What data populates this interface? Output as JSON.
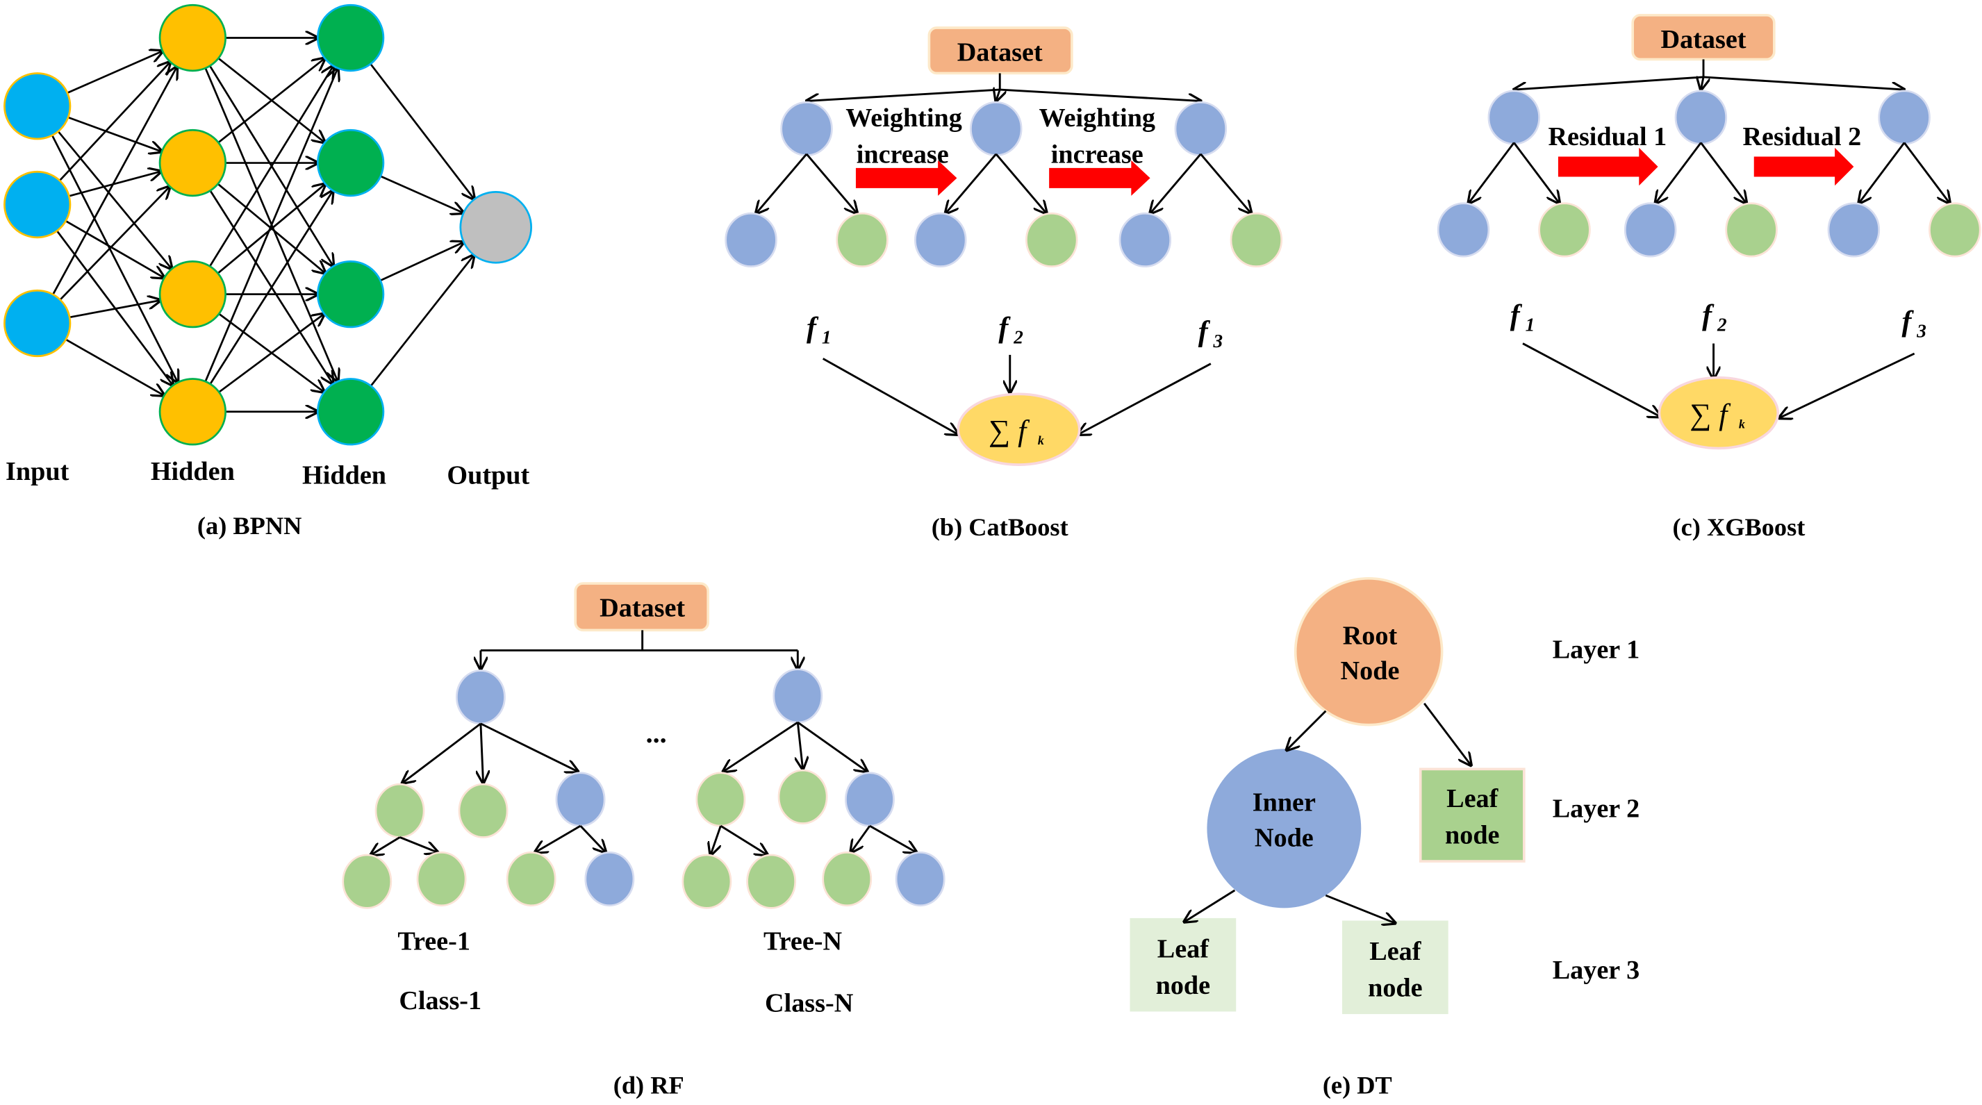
{
  "colors": {
    "input_node": "#00b0f0",
    "input_stroke": "#ffc000",
    "hidden1_node": "#ffc000",
    "hidden1_stroke": "#00b050",
    "hidden2_node": "#00b050",
    "hidden2_stroke": "#00b0f0",
    "output_node": "#bfbfbf",
    "output_stroke": "#00b0f0",
    "tree_blue": "#8eaadb",
    "tree_green": "#a9d18e",
    "dataset_box": "#f4b183",
    "sum_ellipse": "#ffd966",
    "red_arrow": "#ff0000",
    "leaf_dark": "#a9d18e",
    "leaf_light": "#e2efd9"
  },
  "bpnn": {
    "layer_labels": [
      "Input",
      "Hidden",
      "Hidden",
      "Output"
    ],
    "layer_sizes": [
      3,
      4,
      4,
      1
    ],
    "caption": "(a) BPNN"
  },
  "catboost": {
    "dataset_label": "Dataset",
    "arrow_labels": [
      {
        "line1": "Weighting",
        "line2": "increase"
      },
      {
        "line1": "Weighting",
        "line2": "increase"
      }
    ],
    "f_labels": [
      "f",
      "f",
      "f"
    ],
    "f_subscripts": [
      "1",
      "2",
      "3"
    ],
    "sum_label": "∑ f",
    "sum_subscript": "k",
    "caption": "(b) CatBoost"
  },
  "xgboost": {
    "dataset_label": "Dataset",
    "arrow_labels": [
      "Residual 1",
      "Residual 2"
    ],
    "f_labels": [
      "f",
      "f",
      "f"
    ],
    "f_subscripts": [
      "1",
      "2",
      "3"
    ],
    "sum_label": "∑ f",
    "sum_subscript": "k",
    "caption": "(c) XGBoost"
  },
  "rf": {
    "dataset_label": "Dataset",
    "ellipsis": "...",
    "trees": [
      {
        "tree_label": "Tree-1",
        "class_label": "Class-1"
      },
      {
        "tree_label": "Tree-N",
        "class_label": "Class-N"
      }
    ],
    "caption": "(d) RF"
  },
  "dt": {
    "root_label": [
      "Root",
      "Node"
    ],
    "inner_label": [
      "Inner",
      "Node"
    ],
    "leaf_labels": [
      [
        "Leaf",
        "node"
      ],
      [
        "Leaf",
        "node"
      ],
      [
        "Leaf",
        "node"
      ]
    ],
    "layer_labels": [
      "Layer 1",
      "Layer 2",
      "Layer 3"
    ],
    "caption": "(e) DT"
  }
}
